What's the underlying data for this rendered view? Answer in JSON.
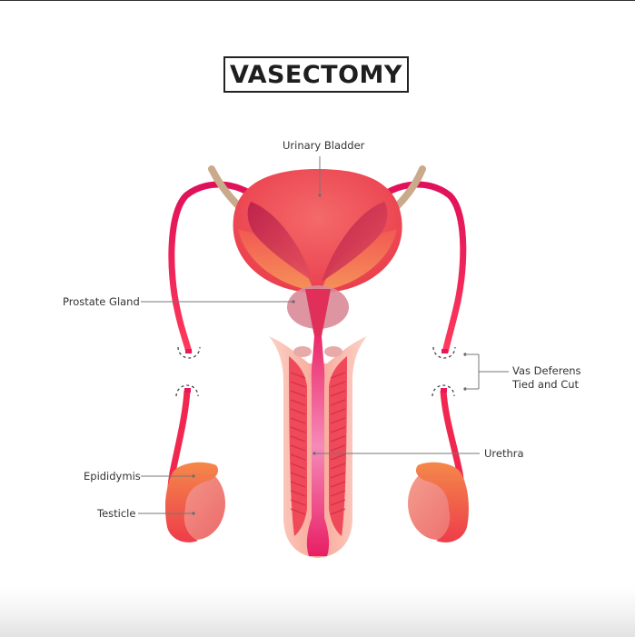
{
  "title": "VASECTOMY",
  "labels": {
    "urinary_bladder": "Urinary Bladder",
    "prostate_gland": "Prostate Gland",
    "vas_deferens_line1": "Vas Deferens",
    "vas_deferens_line2": "Tied and Cut",
    "urethra": "Urethra",
    "epididymis": "Epididymis",
    "testicle": "Testicle"
  },
  "colors": {
    "bladder": "#f0565e",
    "vas_deferens": "#e8185a",
    "ureter": "#c8a98a",
    "prostate": "#d98a98",
    "testicle": "#f08a7a",
    "epididymis": "#f27a4a",
    "urethra": "#f0408a",
    "leader_line": "#666666",
    "title_border": "#222222"
  }
}
